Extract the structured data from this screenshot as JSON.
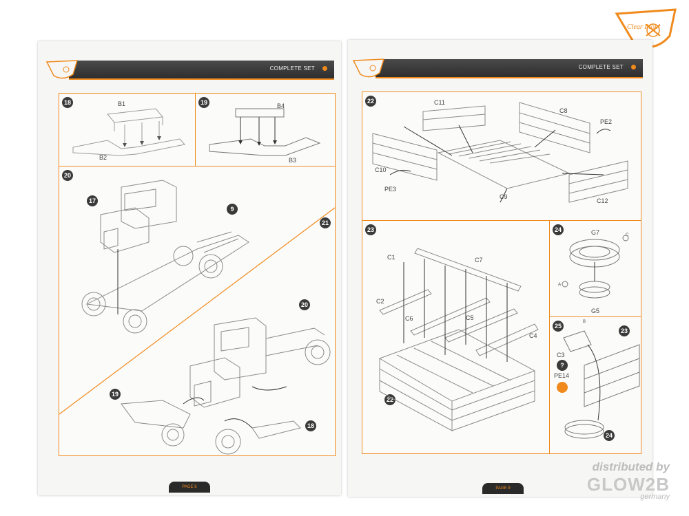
{
  "header": {
    "title_left": "COMPLETE SET",
    "title_right": "COMPLETE SET"
  },
  "brand": {
    "logo_text": "Clear Prop!",
    "accent": "#f08a1c",
    "bar_color": "#333333"
  },
  "pages": {
    "left_label": "PAGE 8",
    "right_label": "PAGE 9"
  },
  "steps": {
    "s18": {
      "num": "18",
      "parts": [
        "B1",
        "B2"
      ]
    },
    "s19": {
      "num": "19",
      "parts": [
        "B4",
        "B3"
      ]
    },
    "s20": {
      "num": "20",
      "callouts": [
        "17",
        "9"
      ]
    },
    "s21": {
      "num": "21",
      "callouts": [
        "20",
        "19",
        "18"
      ]
    },
    "s22": {
      "num": "22",
      "parts": [
        "C11",
        "C8",
        "PE2",
        "C10",
        "PE3",
        "C9",
        "C12"
      ]
    },
    "s23": {
      "num": "23",
      "parts": [
        "C1",
        "C7",
        "C2",
        "C6",
        "C5",
        "C4"
      ],
      "callout": "22"
    },
    "s24": {
      "num": "24",
      "parts": [
        "G7",
        "C",
        "A",
        "G5"
      ]
    },
    "s25": {
      "num": "25",
      "parts": [
        "B",
        "C3",
        "PE14"
      ],
      "callouts": [
        "23",
        "24"
      ],
      "question": "?"
    }
  },
  "watermark": {
    "line1": "distributed by",
    "line2": "GLOW2B",
    "line3": "germany"
  }
}
